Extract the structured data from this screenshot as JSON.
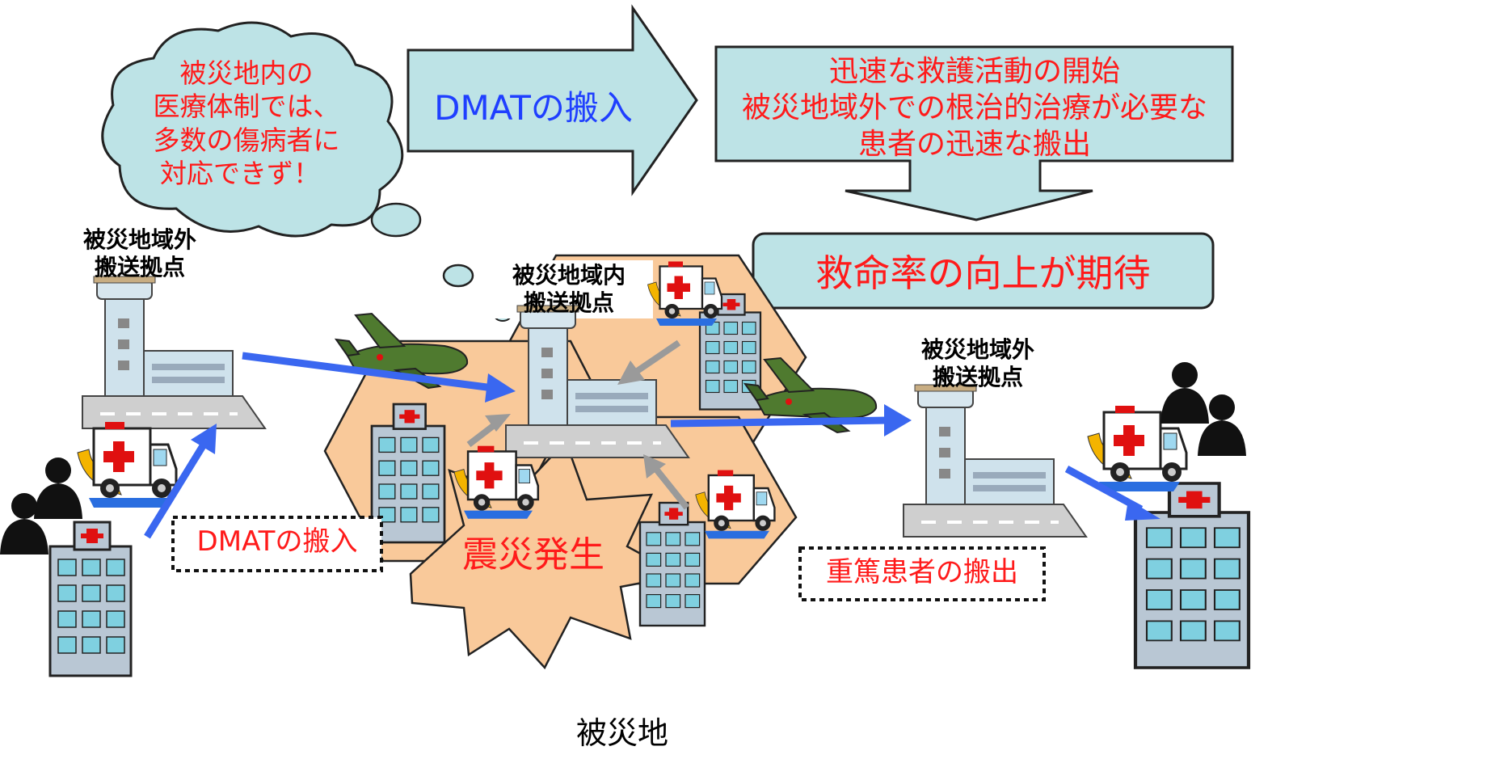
{
  "cloud": {
    "lines": [
      "被災地内の",
      "医療体制では、",
      "多数の傷病者に",
      "対応できず！"
    ]
  },
  "big_arrow": {
    "label": "DMATの搬入"
  },
  "top_box": {
    "lines": [
      "迅速な救護活動の開始",
      "被災地域外での根治的治療が必要な",
      "患者の迅速な搬出"
    ]
  },
  "result_box": {
    "label": "救命率の向上が期待"
  },
  "base_left": {
    "lines": [
      "被災地域外",
      "搬送拠点"
    ]
  },
  "base_center": {
    "lines": [
      "被災地域内",
      "搬送拠点"
    ]
  },
  "base_right": {
    "lines": [
      "被災地域外",
      "搬送拠点"
    ]
  },
  "dmat_in_box": {
    "label": "DMATの搬入"
  },
  "critical_out_box": {
    "label": "重篤患者の搬出"
  },
  "earthquake": {
    "label": "震災発生"
  },
  "disaster_area": {
    "label": "被災地"
  },
  "colors": {
    "cloud_fill": "#bde3e6",
    "hex_fill": "#f9c99a",
    "arrow_blue": "#3a67f0",
    "arrow_gray": "#9a9a9a",
    "red_text": "#ff1a1a",
    "blue_text": "#1f3fff"
  }
}
